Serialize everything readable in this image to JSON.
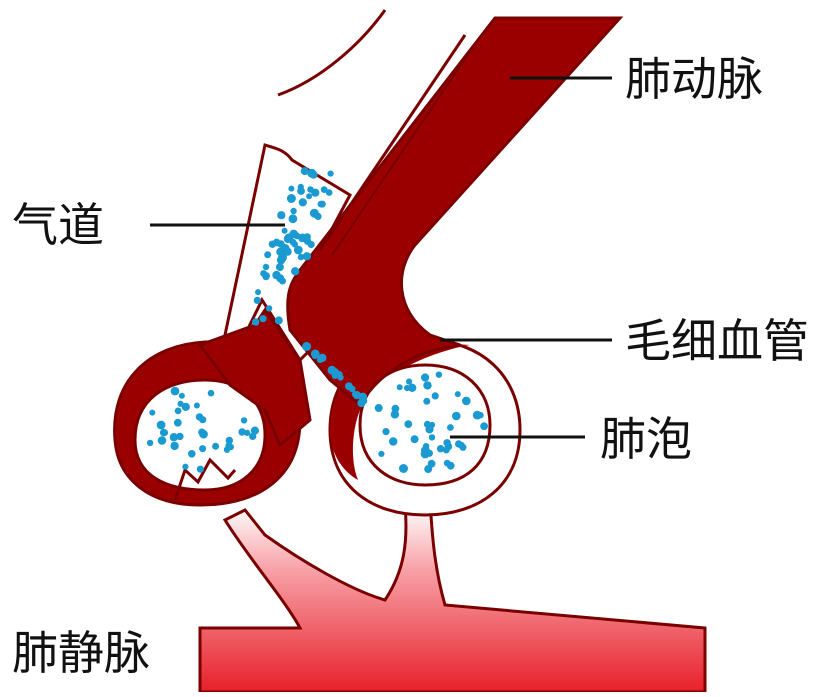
{
  "labels": {
    "pulmonary_artery": "肺动脉",
    "airway": "气道",
    "capillary": "毛细血管",
    "alveolus": "肺泡",
    "pulmonary_vein": "肺静脉"
  },
  "colors": {
    "blood_dark": "#9b0000",
    "blood_bright": "#e8202a",
    "outline": "#7a0000",
    "oxygen_dot": "#1a9ad0",
    "leader_line": "#111111"
  }
}
